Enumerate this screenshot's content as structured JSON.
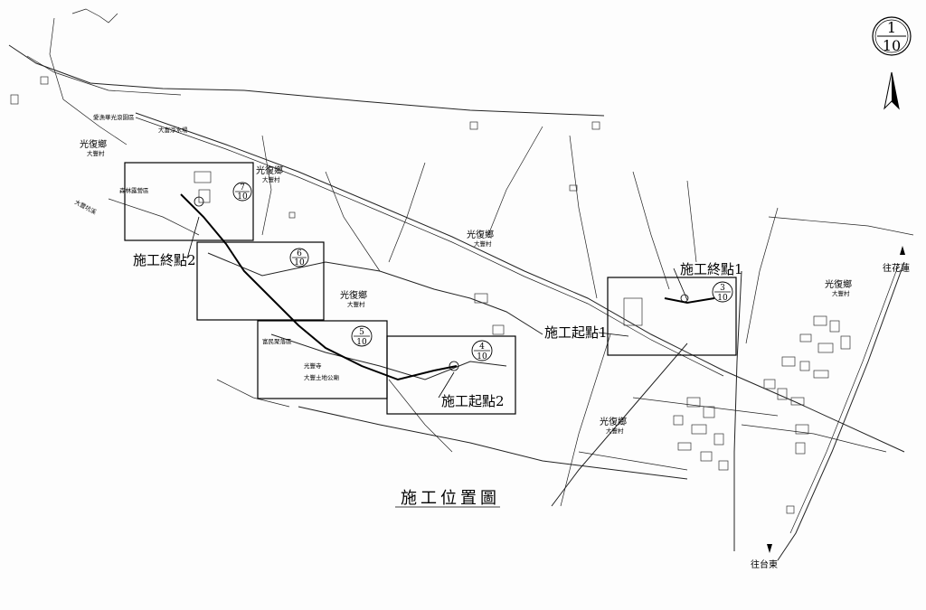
{
  "title": "施工位置圖",
  "page": {
    "current": "1",
    "total": "10"
  },
  "direction_labels": {
    "hualien": "往花蓮",
    "taitung": "往台東"
  },
  "township_labels": [
    {
      "township": "光復鄉",
      "village": "大豐村"
    },
    {
      "township": "光復鄉",
      "village": "大豐村"
    },
    {
      "township": "光復鄉",
      "village": "大豐村"
    },
    {
      "township": "光復鄉",
      "village": "大豐村"
    },
    {
      "township": "光復鄉",
      "village": "大豐村"
    },
    {
      "township": "光復鄉",
      "village": "大豐村"
    }
  ],
  "construction_points": {
    "end1": "施工終點1",
    "end2": "施工終點2",
    "start1": "施工起點1",
    "start2": "施工起點2"
  },
  "sheets": [
    {
      "num": "3",
      "den": "10"
    },
    {
      "num": "4",
      "den": "10"
    },
    {
      "num": "5",
      "den": "10"
    },
    {
      "num": "6",
      "den": "10"
    },
    {
      "num": "7",
      "den": "10"
    }
  ],
  "landmarks": {
    "water_plant": "大富淨水場",
    "forest_reserve": "森林露營區",
    "temple": "光豐寺",
    "earth_god_temple": "大豐土地公廟",
    "mountain_label": "大豐坑溪",
    "community": "富民聚落區",
    "tourism": "愛漁華光滾園區"
  }
}
